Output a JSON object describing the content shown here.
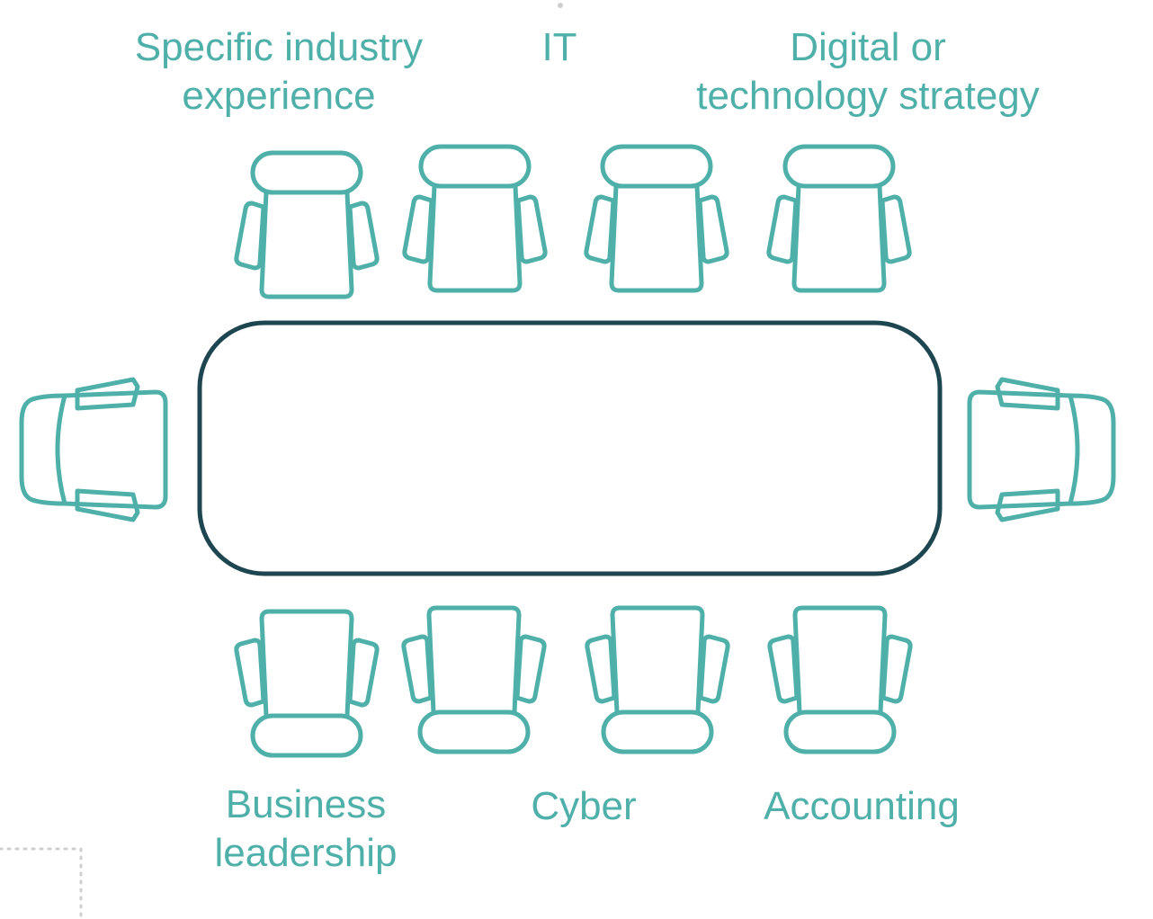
{
  "colors": {
    "chair": "#4fb0aa",
    "table": "#1e4650",
    "dots": "#cfcfcf",
    "label": "#4fb0aa"
  },
  "labels": {
    "top_left": [
      "Specific industry",
      "experience"
    ],
    "top_center": [
      "IT"
    ],
    "top_right": [
      "Digital or",
      "technology strategy"
    ],
    "bottom_left": [
      "Business",
      "leadership"
    ],
    "bottom_center": [
      "Cyber"
    ],
    "bottom_right": [
      "Accounting"
    ]
  },
  "icons": {
    "chair": "office-chair-icon",
    "table": "conference-table-shape"
  }
}
